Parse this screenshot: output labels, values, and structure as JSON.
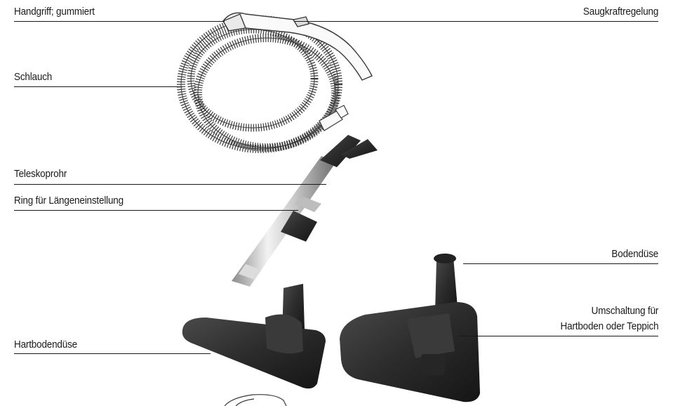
{
  "labels": {
    "handgriff": "Handgriff; gummiert",
    "saugkraft": "Saugkraftregelung",
    "schlauch": "Schlauch",
    "teleskoprohr": "Teleskoprohr",
    "ring": "Ring für Längeneinstellung",
    "bodenduese": "Bodendüse",
    "umschaltung_line1": "Umschaltung für",
    "umschaltung_line2": "Hartboden oder Teppich",
    "hartbodenduese": "Hartbodendüse"
  }
}
